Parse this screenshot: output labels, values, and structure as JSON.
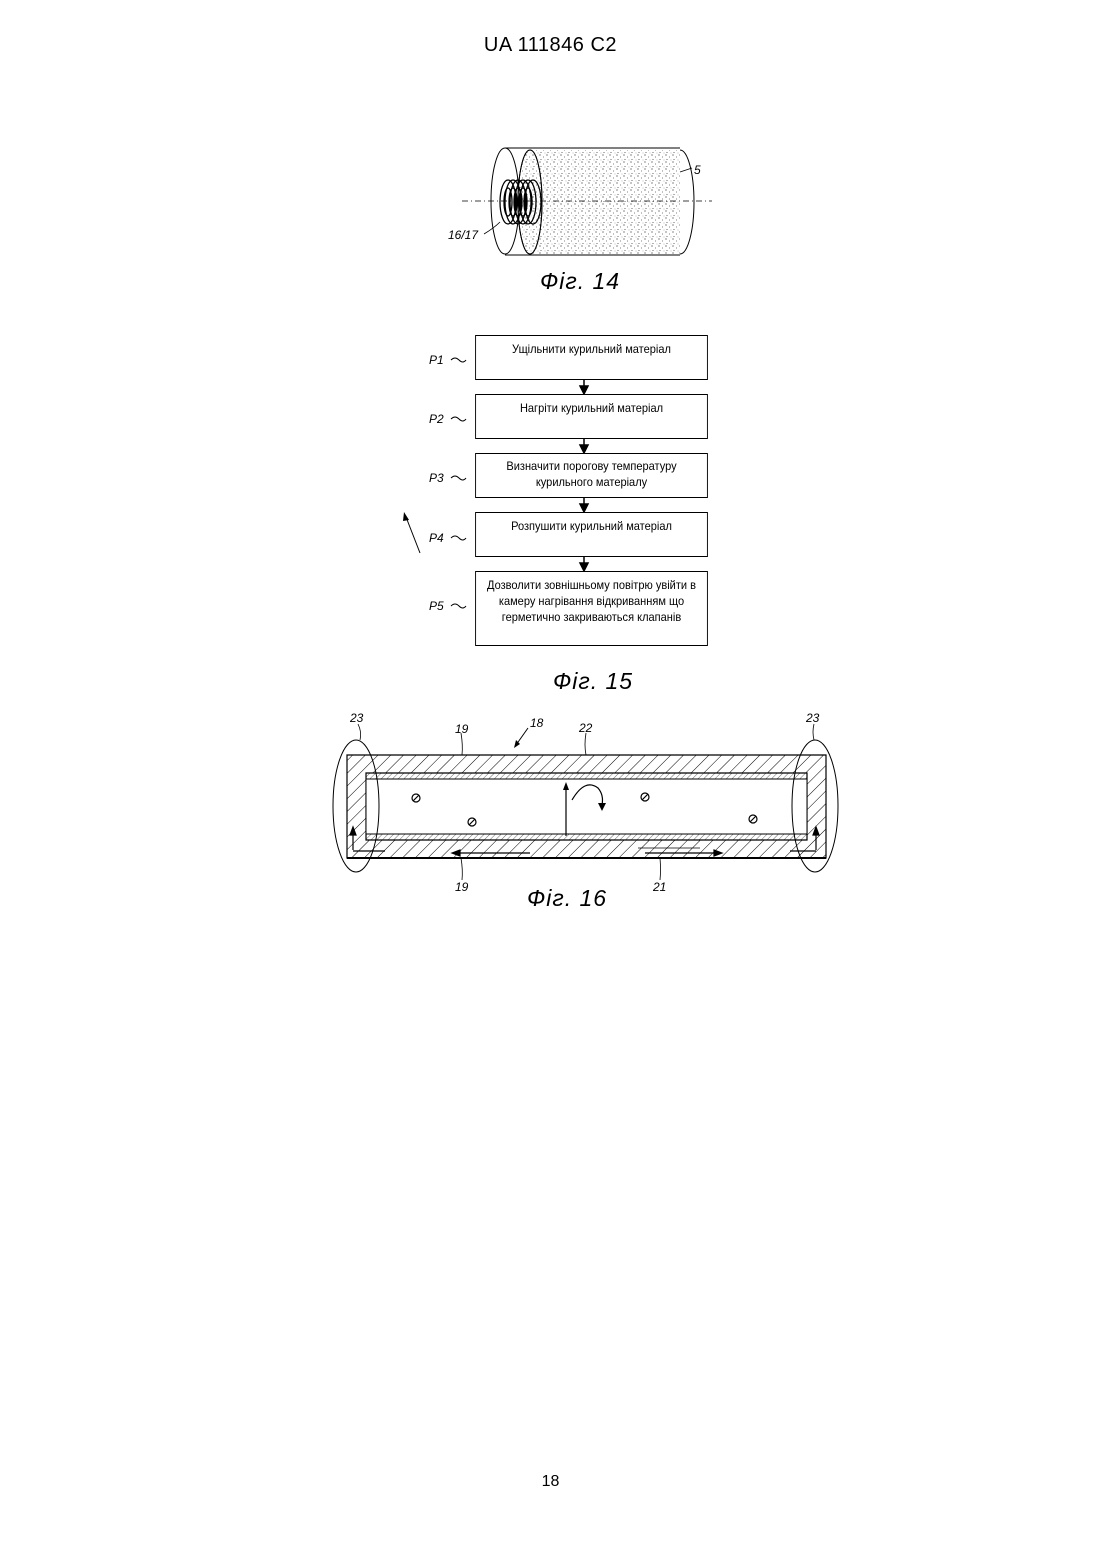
{
  "header": "UA   111846   C2",
  "page_number": "18",
  "fig14": {
    "caption": "Фіг. 14",
    "label_5": "5",
    "label_16_17": "16/17"
  },
  "fig15": {
    "caption": "Фіг. 15",
    "steps": [
      {
        "id": "P1",
        "text": "Ущільнити курильний матеріал"
      },
      {
        "id": "P2",
        "text": "Нагріти курильний матеріал"
      },
      {
        "id": "P3",
        "text": "Визначити порогову температуру курильного матеріалу"
      },
      {
        "id": "P4",
        "text": "Розпушити курильний матеріал"
      },
      {
        "id": "P5",
        "text": "Дозволити зовнішньому повітрю увійти в камеру нагрівання відкриванням що герметично закриваються клапанів"
      }
    ]
  },
  "fig16": {
    "caption": "Фіг. 16",
    "labels": {
      "l23_left": "23",
      "l23_right": "23",
      "l19_top": "19",
      "l18": "18",
      "l22": "22",
      "l19_bottom": "19",
      "l21": "21"
    }
  }
}
